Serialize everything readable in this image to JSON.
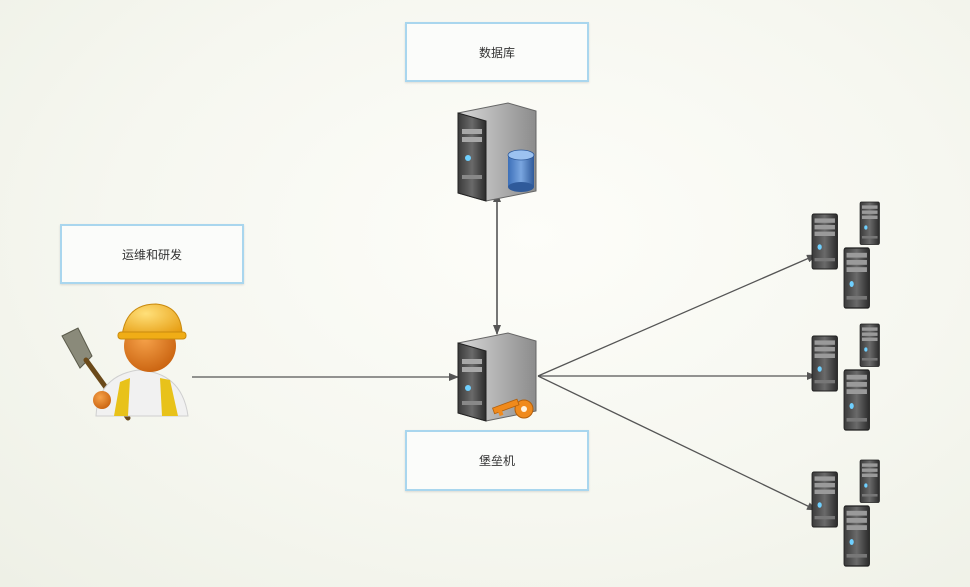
{
  "labels": {
    "database": "数据库",
    "ops_dev": "运维和研发",
    "bastion": "堡垒机"
  },
  "colors": {
    "box_border": "#a9d6ee",
    "arrow": "#555555",
    "db_cylinder": "#4b7fc8",
    "key": "#f08a1c",
    "helmet": "#f4b51c",
    "worker_skin": "#e07a1a"
  },
  "icons": {
    "database_server": "server-with-database-icon",
    "bastion_server": "server-with-key-icon",
    "operator": "construction-worker-icon",
    "target_servers": "server-cluster-icon"
  }
}
